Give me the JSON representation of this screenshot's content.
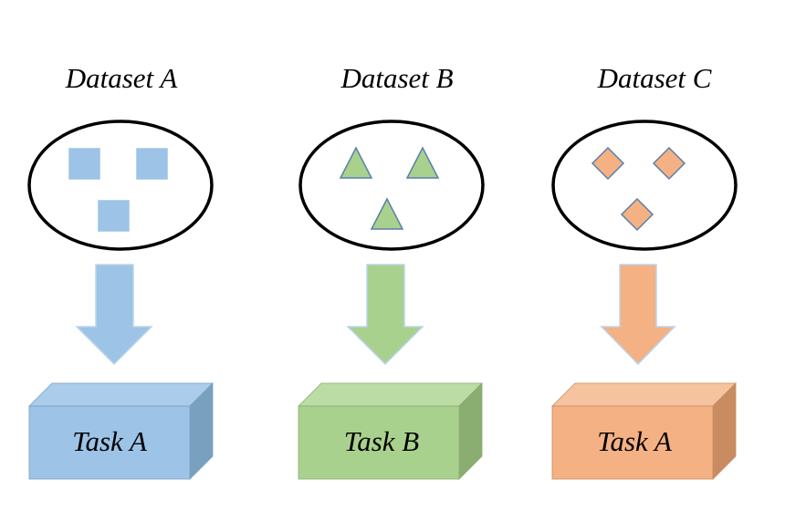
{
  "columns": [
    {
      "title": "Dataset A",
      "task": "Task A",
      "shape": "square",
      "color": "#9dc3e6",
      "stroke": "#9dc3e6",
      "box_front": "#9dc3e6",
      "box_top": "#abcceb",
      "box_side": "#7aa0c0"
    },
    {
      "title": "Dataset B",
      "task": "Task B",
      "shape": "triangle",
      "color": "#a9d18e",
      "stroke": "#5b7fa6",
      "box_front": "#a9d18e",
      "box_top": "#bcdca6",
      "box_side": "#8aad72"
    },
    {
      "title": "Dataset C",
      "task": "Task A",
      "shape": "diamond",
      "color": "#f4b183",
      "stroke": "#5b7fa6",
      "box_front": "#f4b183",
      "box_top": "#f6c39f",
      "box_side": "#c98c60"
    }
  ]
}
